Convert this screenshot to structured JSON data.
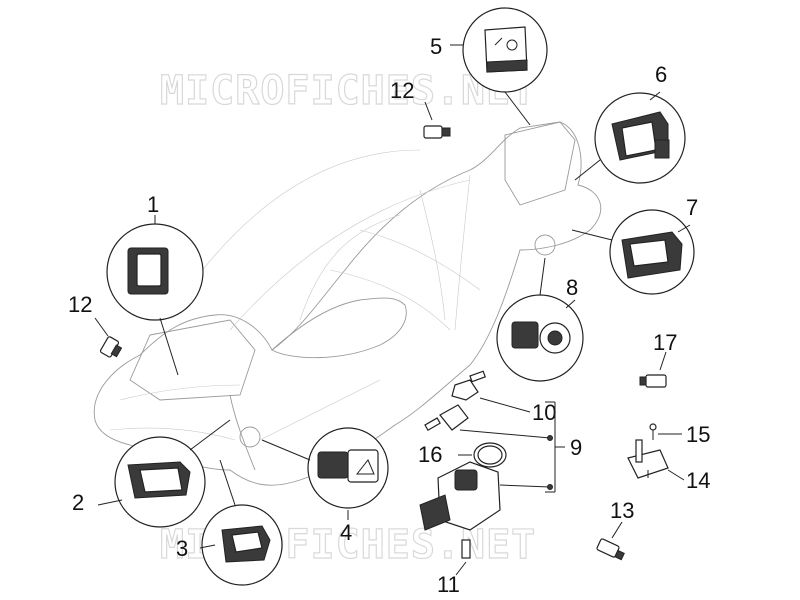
{
  "watermark": "MICROFICHES.NET",
  "labels": {
    "p1": "1",
    "p2": "2",
    "p3": "3",
    "p4": "4",
    "p5": "5",
    "p6": "6",
    "p7": "7",
    "p8": "8",
    "p9": "9",
    "p10": "10",
    "p11": "11",
    "p12a": "12",
    "p12b": "12",
    "p13": "13",
    "p14": "14",
    "p15": "15",
    "p16": "16",
    "p17": "17"
  }
}
